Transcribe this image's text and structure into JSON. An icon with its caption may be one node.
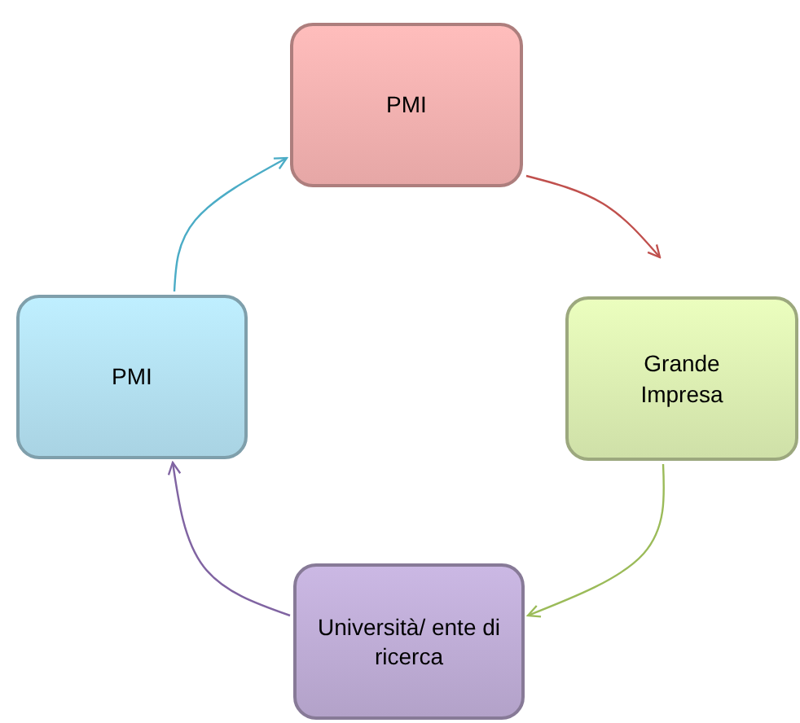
{
  "diagram": {
    "nodes": [
      {
        "text": [
          "PMI"
        ]
      },
      {
        "text": [
          "Grande Impresa"
        ]
      },
      {
        "text": [
          "Università/ ente di ricerca"
        ]
      },
      {
        "text": [
          "PMI"
        ]
      }
    ],
    "edges": [
      {
        "from": 0,
        "to": 1,
        "arrow": "to",
        "color": "#c0504d"
      },
      {
        "from": 1,
        "to": 2,
        "arrow": "to",
        "color": "#9bbb59"
      },
      {
        "from": 2,
        "to": 3,
        "arrow": "to",
        "color": "#8064a2"
      },
      {
        "from": 3,
        "to": 0,
        "arrow": "to",
        "color": "#4bacc6"
      }
    ]
  }
}
